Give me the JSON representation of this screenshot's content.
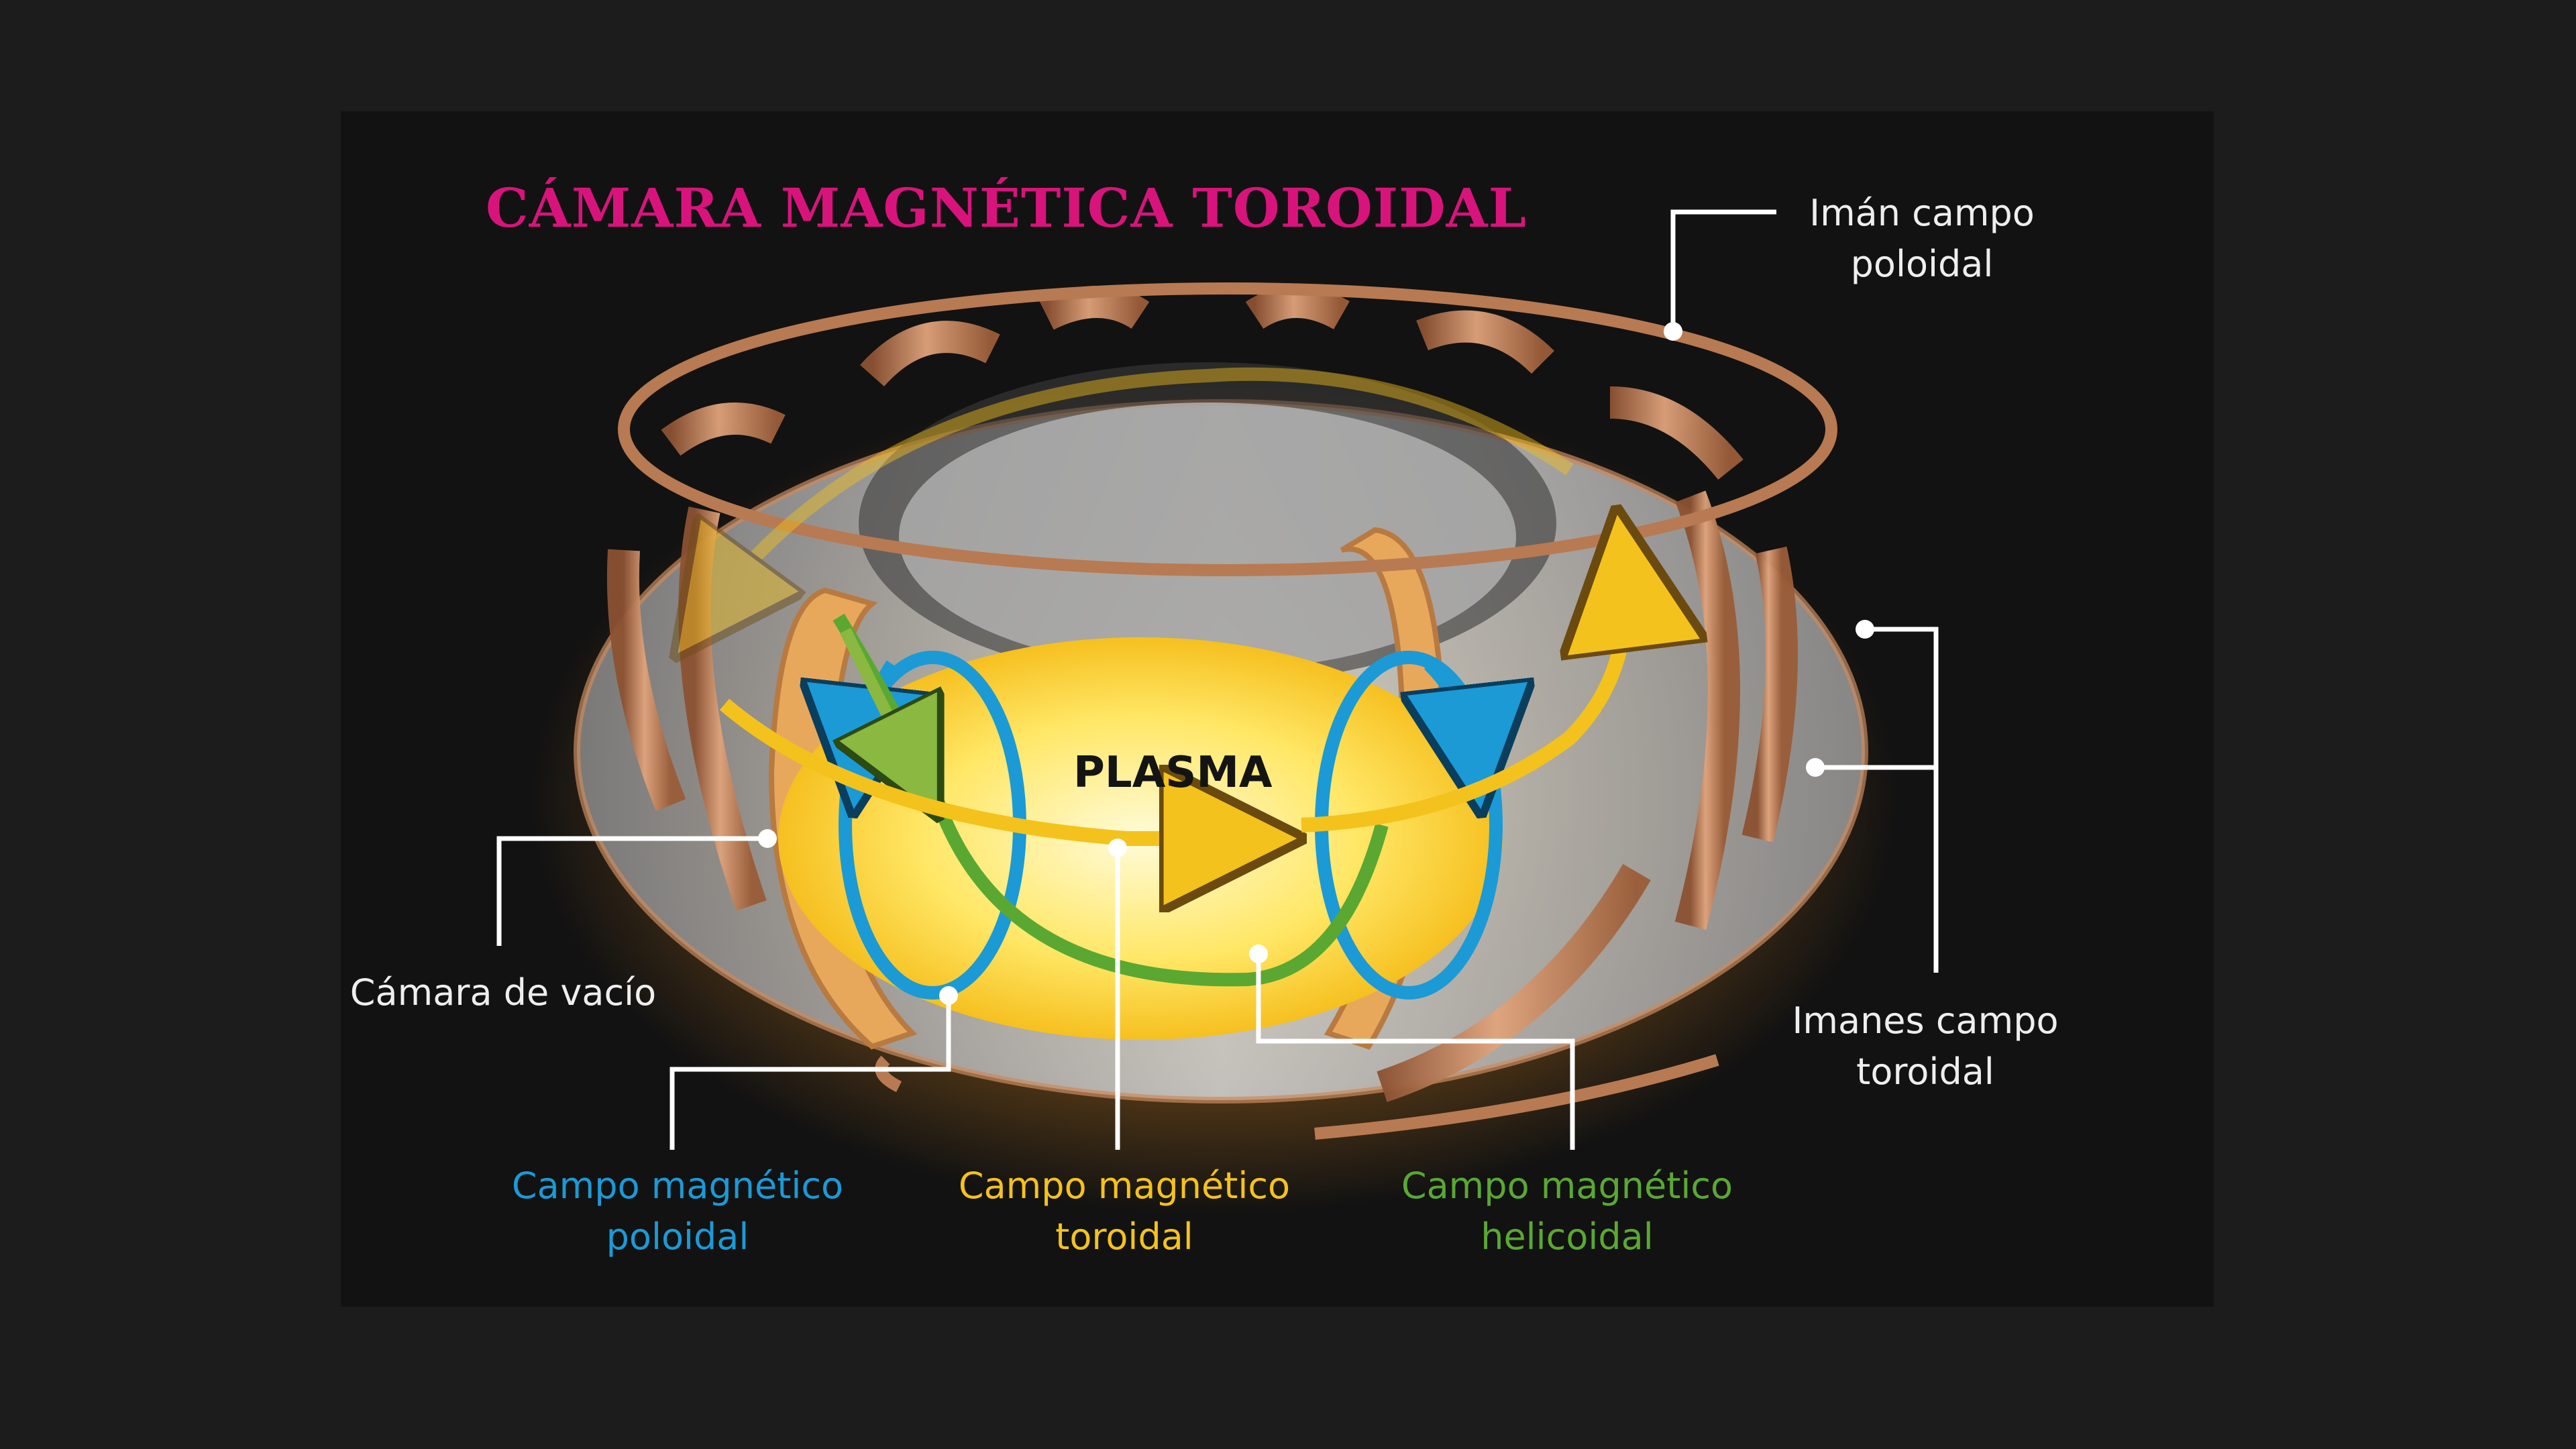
{
  "title": "CÁMARA MAGNÉTICA TOROIDAL",
  "plasma_label": "PLASMA",
  "labels": {
    "poloidal_magnet": [
      "Imán campo",
      "poloidal"
    ],
    "toroidal_magnets": [
      "Imanes campo",
      "toroidal"
    ],
    "vacuum_chamber": "Cámara de vacío",
    "poloidal_field": [
      "Campo magnético",
      "poloidal"
    ],
    "toroidal_field": [
      "Campo magnético",
      "toroidal"
    ],
    "helical_field": [
      "Campo magnético",
      "helicoidal"
    ]
  },
  "colors": {
    "title": "#d8147c",
    "poloidal": "#1b9ad6",
    "toroidal": "#f4c21c",
    "helical": "#5aa832",
    "copper": "#c98a5e",
    "label": "#eeeeee"
  }
}
